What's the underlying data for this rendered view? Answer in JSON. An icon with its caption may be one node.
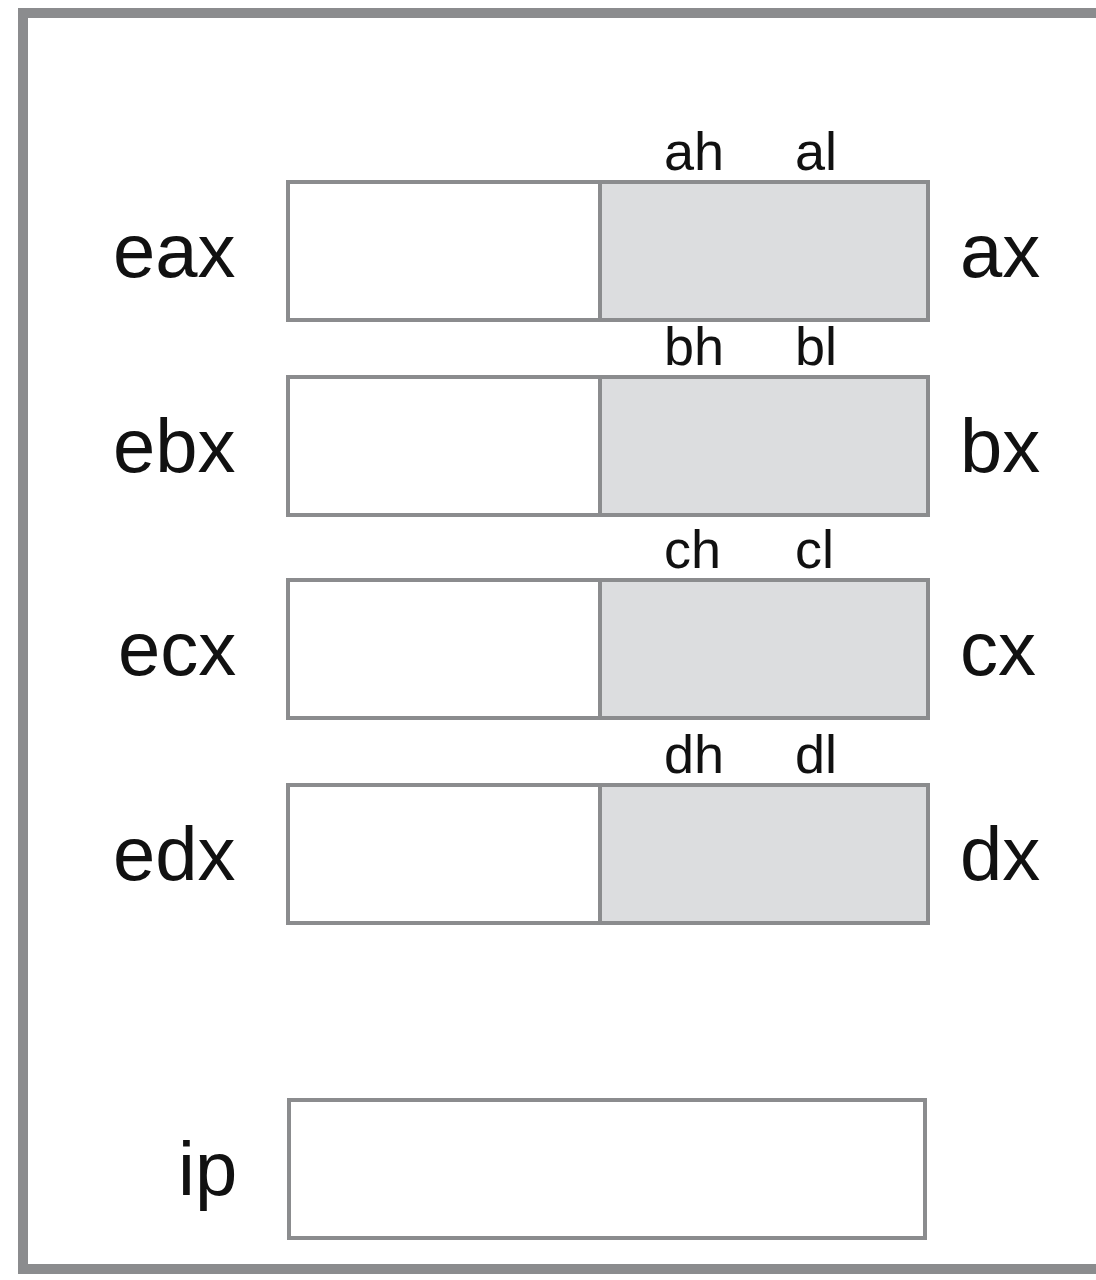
{
  "diagram": {
    "nodes": [
      {
        "text": [],
        "shape": "box"
      },
      {
        "text": [],
        "shape": "box",
        "in": 0,
        "beside": [
          "eax"
        ]
      },
      {
        "text": [],
        "shape": "box",
        "in": 1,
        "beside": [
          "ah",
          "al",
          "ax"
        ]
      },
      {
        "text": [],
        "shape": "box",
        "in": 0,
        "beside": [
          "ebx"
        ]
      },
      {
        "text": [],
        "shape": "box",
        "in": 3,
        "beside": [
          "bh",
          "bl",
          "bx"
        ]
      },
      {
        "text": [],
        "shape": "box",
        "in": 0,
        "beside": [
          "ecx"
        ]
      },
      {
        "text": [],
        "shape": "box",
        "in": 5,
        "beside": [
          "ch",
          "cl",
          "cx"
        ]
      },
      {
        "text": [],
        "shape": "box",
        "in": 0,
        "beside": [
          "edx"
        ]
      },
      {
        "text": [],
        "shape": "box",
        "in": 7,
        "beside": [
          "dh",
          "dl",
          "dx"
        ]
      },
      {
        "text": [],
        "shape": "box",
        "in": 0,
        "beside": [
          "ip"
        ]
      }
    ]
  }
}
